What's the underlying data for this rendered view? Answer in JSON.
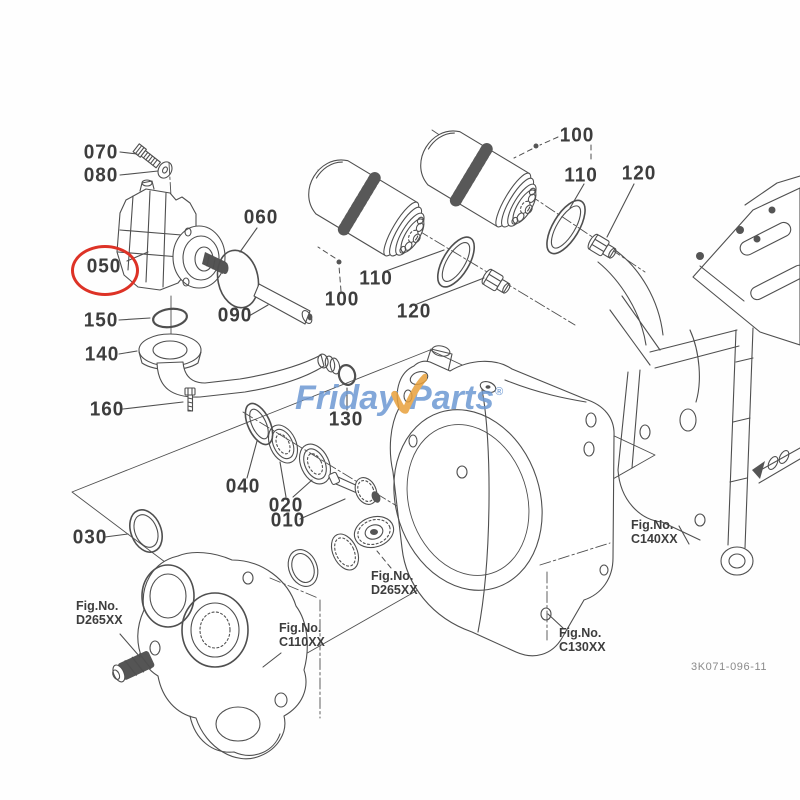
{
  "diagram_title": "exploded-parts-diagram",
  "watermark": {
    "text_left": "Friday",
    "text_right": "Parts",
    "registered": "®",
    "blue": "#6d99d3",
    "orange": "#e8a13c"
  },
  "doc_number": "3K071-096-11",
  "highlight": {
    "part": "050",
    "color": "#dd3226"
  },
  "part_labels": [
    {
      "id": "070",
      "text": "070"
    },
    {
      "id": "080",
      "text": "080"
    },
    {
      "id": "050",
      "text": "050"
    },
    {
      "id": "150",
      "text": "150"
    },
    {
      "id": "140",
      "text": "140"
    },
    {
      "id": "160",
      "text": "160"
    },
    {
      "id": "060",
      "text": "060"
    },
    {
      "id": "090",
      "text": "090"
    },
    {
      "id": "100-left",
      "text": "100"
    },
    {
      "id": "110-left",
      "text": "110"
    },
    {
      "id": "120-left",
      "text": "120"
    },
    {
      "id": "100-right",
      "text": "100"
    },
    {
      "id": "110-right",
      "text": "110"
    },
    {
      "id": "120-right",
      "text": "120"
    },
    {
      "id": "130",
      "text": "130"
    },
    {
      "id": "040",
      "text": "040"
    },
    {
      "id": "020",
      "text": "020"
    },
    {
      "id": "010",
      "text": "010"
    },
    {
      "id": "030",
      "text": "030"
    }
  ],
  "fig_labels": [
    {
      "line1": "Fig.No.",
      "line2": "D265XX"
    },
    {
      "line1": "Fig.No.",
      "line2": "C110XX"
    },
    {
      "line1": "Fig.No.",
      "line2": "D265XX"
    },
    {
      "line1": "Fig.No.",
      "line2": "C130XX"
    },
    {
      "line1": "Fig.No.",
      "line2": "C140XX"
    }
  ]
}
